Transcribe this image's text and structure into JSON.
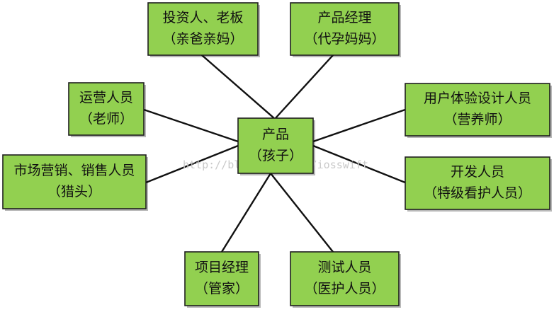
{
  "diagram": {
    "center": {
      "line1": "产品",
      "line2": "（孩子）"
    },
    "investor": {
      "line1": "投资人、老板",
      "line2": "（亲爸亲妈）"
    },
    "product_manager": {
      "line1": "产品经理",
      "line2": "（代孕妈妈）"
    },
    "operations": {
      "line1": "运营人员",
      "line2": "（老师）"
    },
    "ux_designer": {
      "line1": "用户体验设计人员",
      "line2": "（营养师）"
    },
    "marketing": {
      "line1": "市场营销、销售人员",
      "line2": "（猎头）"
    },
    "developer": {
      "line1": "开发人员",
      "line2": "（特级看护人员）"
    },
    "project_manager": {
      "line1": "项目经理",
      "line2": "（管家）"
    },
    "tester": {
      "line1": "测试人员",
      "line2": "（医护人员）"
    },
    "watermark": "http://blog.csdn.net/iosswift"
  },
  "colors": {
    "node_fill": "#92d050",
    "node_border": "#1f1f1f",
    "edge": "#111111"
  }
}
